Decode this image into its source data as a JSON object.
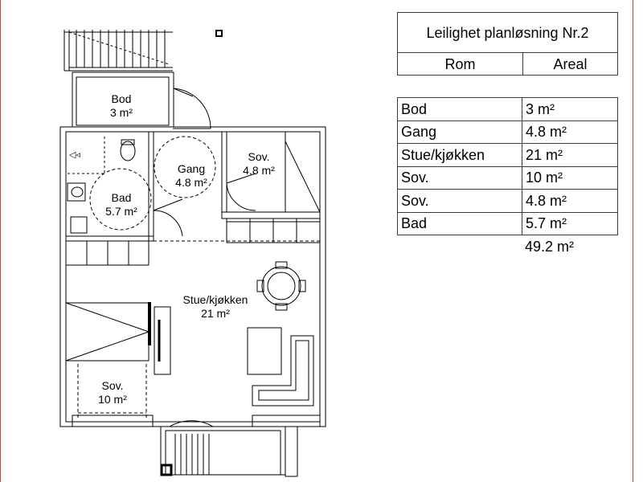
{
  "plan": {
    "rooms": [
      {
        "name": "Bod",
        "area": "3 m²"
      },
      {
        "name": "Gang",
        "area": "4.8 m²"
      },
      {
        "name": "Sov.",
        "area": "4.8 m²"
      },
      {
        "name": "Bad",
        "area": "5.7 m²"
      },
      {
        "name": "Stue/kjøkken",
        "area": "21 m²"
      },
      {
        "name": "Sov.",
        "area": "10 m²"
      }
    ]
  },
  "table": {
    "title": "Leilighet planløsning Nr.2",
    "columns": [
      "Rom",
      "Areal"
    ],
    "rows": [
      {
        "room": "Bod",
        "area": "3 m²"
      },
      {
        "room": "Gang",
        "area": "4.8 m²"
      },
      {
        "room": "Stue/kjøkken",
        "area": "21 m²"
      },
      {
        "room": "Sov.",
        "area": "10 m²"
      },
      {
        "room": "Sov.",
        "area": "4.8 m²"
      },
      {
        "room": "Bad",
        "area": "5.7 m²"
      }
    ],
    "total": "49.2 m²"
  },
  "colors": {
    "wall": "#000000",
    "wall_fill": "#ffffff",
    "page_edge": "#d23a3a"
  }
}
